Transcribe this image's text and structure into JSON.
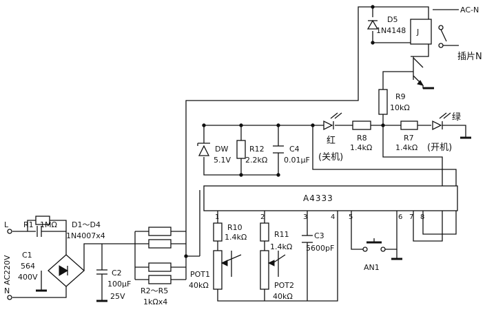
{
  "labels": {
    "ac_n": "AC-N",
    "socket_n": "插片N",
    "relay": "J",
    "d5": "D5",
    "d5_part": "1N4148",
    "r9": "R9",
    "r9_val": "10kΩ",
    "green": "绿",
    "red": "红",
    "r8": "R8",
    "r8_val": "1.4kΩ",
    "r7": "R7",
    "r7_val": "1.4kΩ",
    "off": "(关机)",
    "on": "(开机)",
    "dw": "DW",
    "dw_val": "5.1V",
    "r12": "R12",
    "r12_val": "2.2kΩ",
    "c4": "C4",
    "c4_val": "0.01μF",
    "ic": "A4333",
    "pins": [
      "1",
      "2",
      "3",
      "4",
      "5",
      "6",
      "7",
      "8"
    ],
    "r10": "R10",
    "r10_val": "1.4kΩ",
    "r11": "R11",
    "r11_val": "1.4kΩ",
    "c3": "C3",
    "c3_val": "5600pF",
    "an1": "AN1",
    "pot1": "POT1",
    "pot1_val": "40kΩ",
    "pot2": "POT2",
    "pot2_val": "40kΩ",
    "l": "L",
    "n": "N",
    "ac220": "AC220V",
    "r1": "R1",
    "r1_val": "1MΩ",
    "c1": "C1",
    "c1_val": "564",
    "c1_volt": "400V",
    "d1d4": "D1～D4",
    "d1d4_part": "1N4007x4",
    "c2": "C2",
    "c2_val": "100μF",
    "c2_volt": "25V",
    "r2r5": "R2～R5",
    "r2r5_val": "1kΩx4"
  }
}
